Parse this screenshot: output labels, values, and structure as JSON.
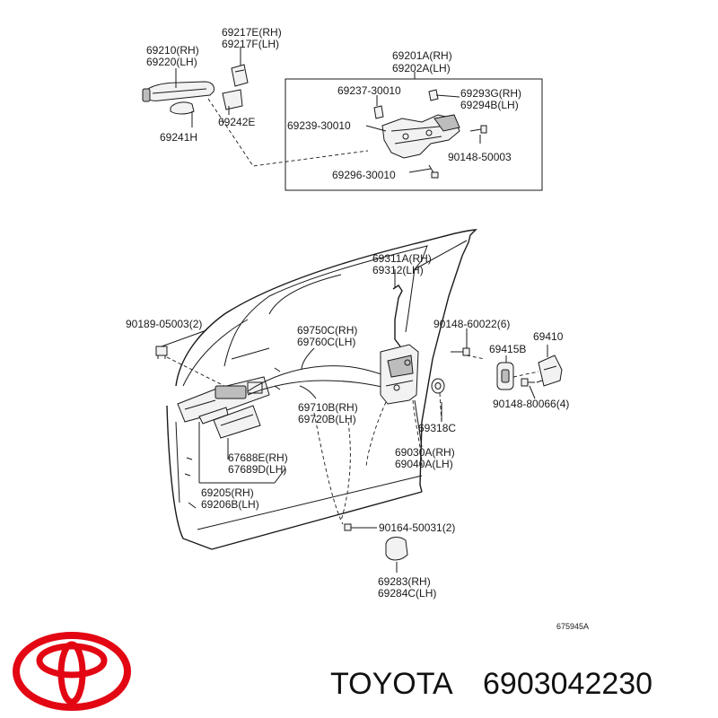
{
  "labels": {
    "p69217": [
      "69217E(RH)",
      "69217F(LH)"
    ],
    "p69210": [
      "69210(RH)",
      "69220(LH)"
    ],
    "p69201": [
      "69201A(RH)",
      "69202A(LH)"
    ],
    "p69237": "69237-30010",
    "p69293": [
      "69293G(RH)",
      "69294B(LH)"
    ],
    "p69239": "69239-30010",
    "p90148_50003": "90148-50003",
    "p69296": "69296-30010",
    "p69242": "69242E",
    "p69241": "69241H",
    "p69311": [
      "69311A(RH)",
      "69312(LH)"
    ],
    "p90189": "90189-05003(2)",
    "p69750": [
      "69750C(RH)",
      "69760C(LH)"
    ],
    "p90148_60022": "90148-60022(6)",
    "p69410": "69410",
    "p69415": "69415B",
    "p90148_80066": "90148-80066(4)",
    "p69710": [
      "69710B(RH)",
      "69720B(LH)"
    ],
    "p69318": "69318C",
    "p69030": [
      "69030A(RH)",
      "69040A(LH)"
    ],
    "p67688": [
      "67688E(RH)",
      "67689D(LH)"
    ],
    "p69205": [
      "69205(RH)",
      "69206B(LH)"
    ],
    "p90164": "90164-50031(2)",
    "p69283": [
      "69283(RH)",
      "69284C(LH)"
    ],
    "figure_code": "675945A"
  },
  "footer": {
    "brand": "TOYOTA",
    "part_number": "6903042230",
    "logo_icon": "toyota-logo-icon",
    "logo_color": "#e30613"
  }
}
